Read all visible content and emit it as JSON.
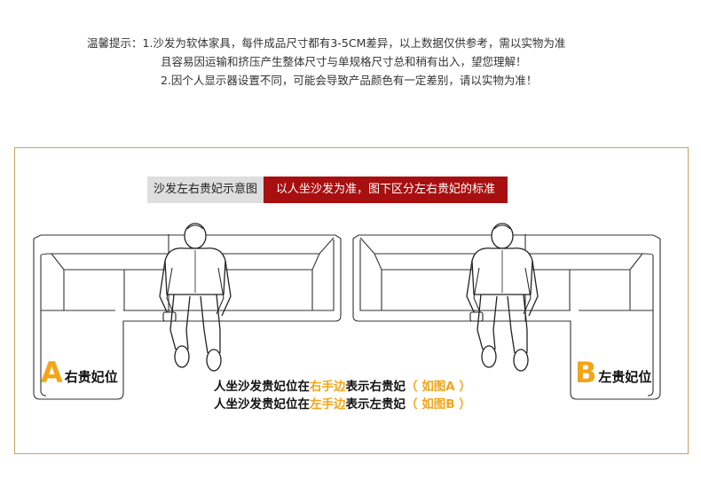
{
  "notice": {
    "line1": "温馨提示：1.沙发为软体家具，每件成品尺寸都有3-5CM差异，以上数据仅供参考，需以实物为准",
    "line2": "且容易因运输和挤压产生整体尺寸与单规格尺寸总和稍有出入，望您理解！",
    "line3": "2.因个人显示器设置不同，可能会导致产品颜色有一定差别，请以实物为准！"
  },
  "diagram": {
    "title_left": "沙发左右贵妃示意图",
    "title_right": "以人坐沙发为准，图下区分左右贵妃的标准",
    "sofa_a": {
      "letter": "A",
      "label": "右贵妃位"
    },
    "sofa_b": {
      "letter": "B",
      "label": "左贵妃位"
    },
    "caption1": {
      "before": "人坐沙发贵妃位在",
      "highlight": "右手边",
      "after": "表示右贵妃",
      "note": "（ 如图A ）"
    },
    "caption2": {
      "before": "人坐沙发贵妃位在",
      "highlight": "左手边",
      "after": "表示左贵妃",
      "note": "（ 如图B ）"
    }
  },
  "colors": {
    "accent": "#f3a518",
    "title_red": "#a80f10",
    "title_gray": "#dedede",
    "frame": "#c9a063"
  }
}
